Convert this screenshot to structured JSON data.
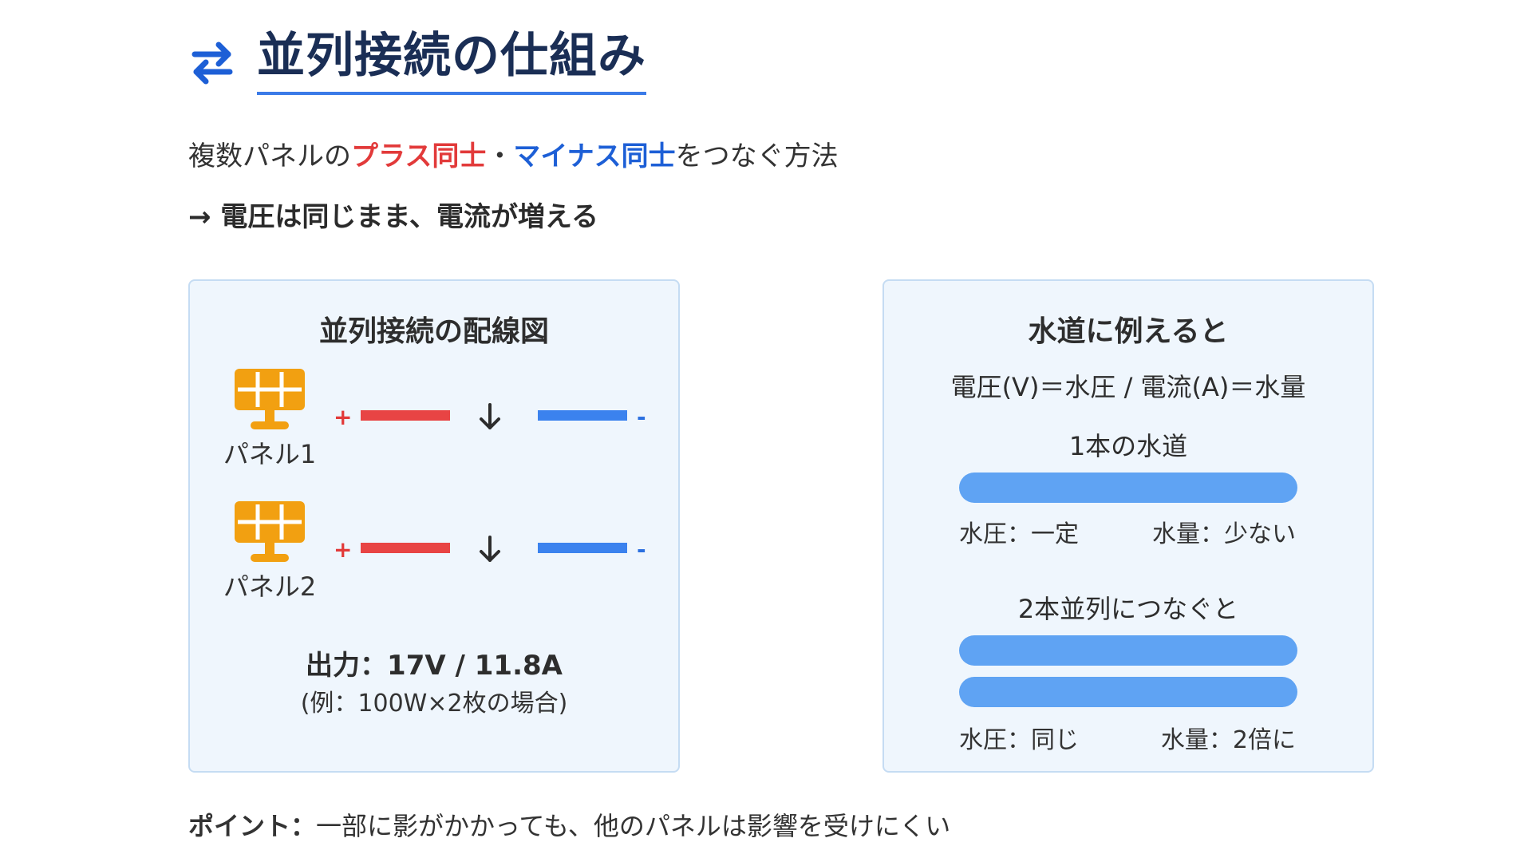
{
  "header": {
    "title": "並列接続の仕組み",
    "icon": "swap-arrows-icon",
    "accent_color": "#1d5fd6"
  },
  "intro": {
    "prefix": "複数パネルの",
    "plus_text": "プラス同士",
    "separator": "・",
    "minus_text": "マイナス同士",
    "suffix": "をつなぐ方法"
  },
  "subline": "→ 電圧は同じまま、電流が増える",
  "wiring_card": {
    "title": "並列接続の配線図",
    "panels": [
      {
        "label": "パネル1",
        "plus": "+",
        "minus": "-"
      },
      {
        "label": "パネル2",
        "plus": "+",
        "minus": "-"
      }
    ],
    "output": "出力：17V / 11.8A",
    "example": "(例：100W×2枚の場合)"
  },
  "water_card": {
    "title": "水道に例えると",
    "equation": "電圧(V)＝水圧 / 電流(A)＝水量",
    "single": {
      "label": "1本の水道",
      "pressure": "水圧：一定",
      "volume": "水量：少ない"
    },
    "parallel": {
      "label": "2本並列につなぐと",
      "pressure": "水圧：同じ",
      "volume": "水量：2倍に"
    }
  },
  "point": {
    "label": "ポイント：",
    "text": "一部に影がかかっても、他のパネルは影響を受けにくい"
  },
  "colors": {
    "plus_wire": "#e84444",
    "minus_wire": "#3b82ee",
    "pipe": "#5fa3f3",
    "panel_icon": "#f2a011",
    "card_bg": "#eff6fd"
  }
}
